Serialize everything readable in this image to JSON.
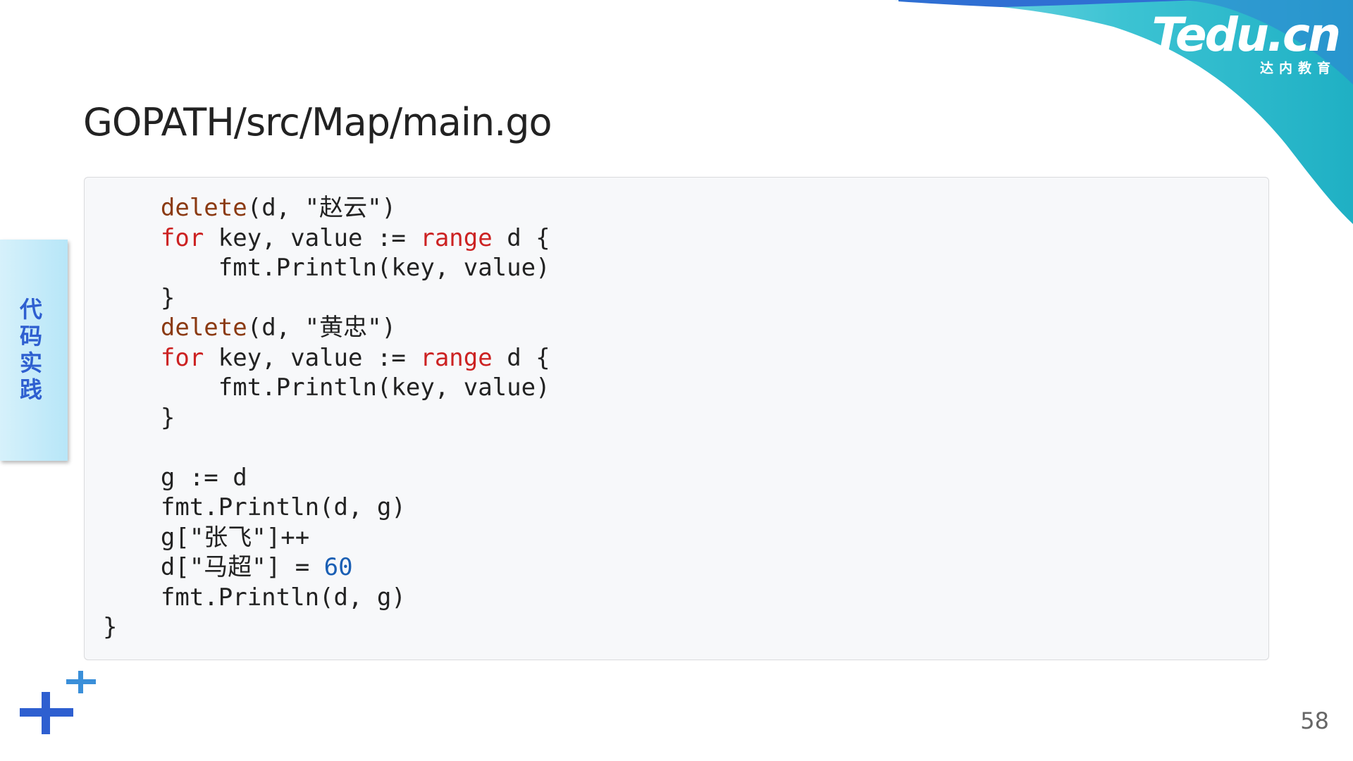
{
  "logo": {
    "wordmark": "Tedu.cn",
    "subtitle": "达内教育"
  },
  "slide": {
    "title": "GOPATH/src/Map/main.go",
    "side_label": "代码实践",
    "page_number": "58"
  },
  "code": {
    "lines": [
      [
        {
          "t": "    "
        },
        {
          "t": "delete",
          "k": "fn"
        },
        {
          "t": "(d, \"赵云\")"
        }
      ],
      [
        {
          "t": "    "
        },
        {
          "t": "for",
          "k": "kw"
        },
        {
          "t": " key, value := "
        },
        {
          "t": "range",
          "k": "kw"
        },
        {
          "t": " d {"
        }
      ],
      [
        {
          "t": "        fmt.Println(key, value)"
        }
      ],
      [
        {
          "t": "    }"
        }
      ],
      [
        {
          "t": "    "
        },
        {
          "t": "delete",
          "k": "fn"
        },
        {
          "t": "(d, \"黄忠\")"
        }
      ],
      [
        {
          "t": "    "
        },
        {
          "t": "for",
          "k": "kw"
        },
        {
          "t": " key, value := "
        },
        {
          "t": "range",
          "k": "kw"
        },
        {
          "t": " d {"
        }
      ],
      [
        {
          "t": "        fmt.Println(key, value)"
        }
      ],
      [
        {
          "t": "    }"
        }
      ],
      [
        {
          "t": ""
        }
      ],
      [
        {
          "t": "    g := d"
        }
      ],
      [
        {
          "t": "    fmt.Println(d, g)"
        }
      ],
      [
        {
          "t": "    g[\"张飞\"]++"
        }
      ],
      [
        {
          "t": "    d[\"马超\"] = "
        },
        {
          "t": "60",
          "k": "num"
        }
      ],
      [
        {
          "t": "    fmt.Println(d, g)"
        }
      ],
      [
        {
          "t": "}"
        }
      ]
    ]
  },
  "colors": {
    "keyword": "#cc2222",
    "builtin_function": "#8b3a12",
    "number": "#1a5fb4",
    "accent_blue": "#2e5fd0",
    "wave_teal": "#3cc3d3",
    "wave_blue": "#2f6fd3"
  },
  "icons": {
    "plus_decoration": "plus-icon"
  }
}
